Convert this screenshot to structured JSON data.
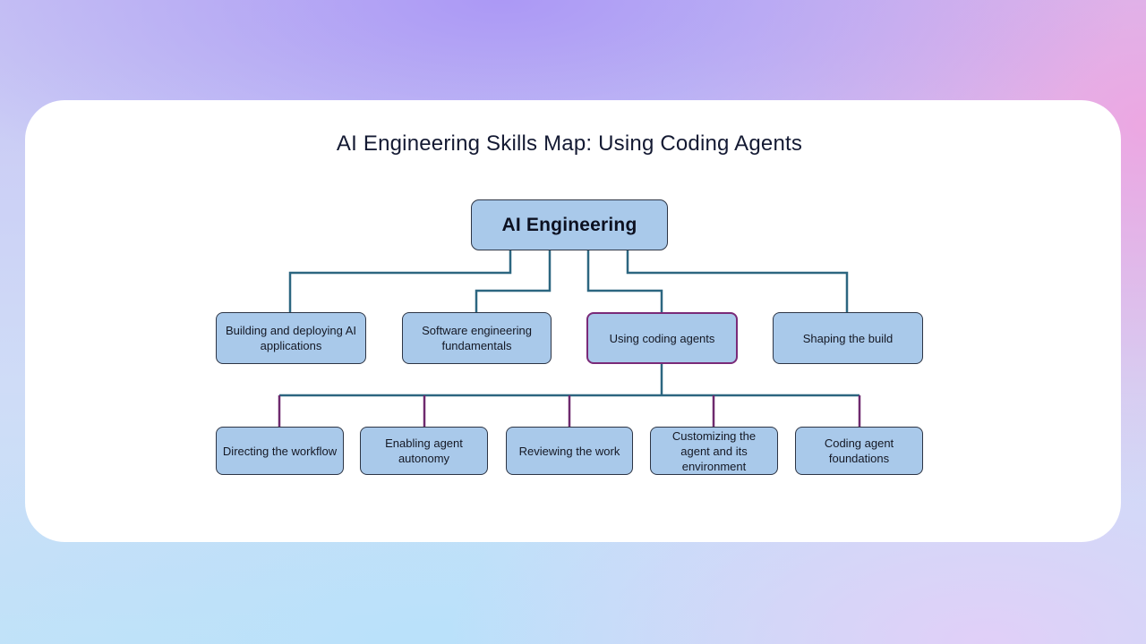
{
  "title": "AI Engineering Skills Map: Using Coding Agents",
  "colors": {
    "node_fill": "#a9c9ea",
    "node_border": "#2d3545",
    "highlight_border": "#7a2a78",
    "connector": "#2c6680",
    "highlight_connector": "#6e2a6e"
  },
  "root": {
    "label": "AI Engineering"
  },
  "level1": [
    {
      "label": "Building and deploying AI applications"
    },
    {
      "label": "Software engineering fundamentals"
    },
    {
      "label": "Using coding agents"
    },
    {
      "label": "Shaping the build"
    }
  ],
  "level2": [
    {
      "label": "Directing the workflow"
    },
    {
      "label": "Enabling agent autonomy"
    },
    {
      "label": "Reviewing the work"
    },
    {
      "label": "Customizing the agent and its environment"
    },
    {
      "label": "Coding agent foundations"
    }
  ]
}
